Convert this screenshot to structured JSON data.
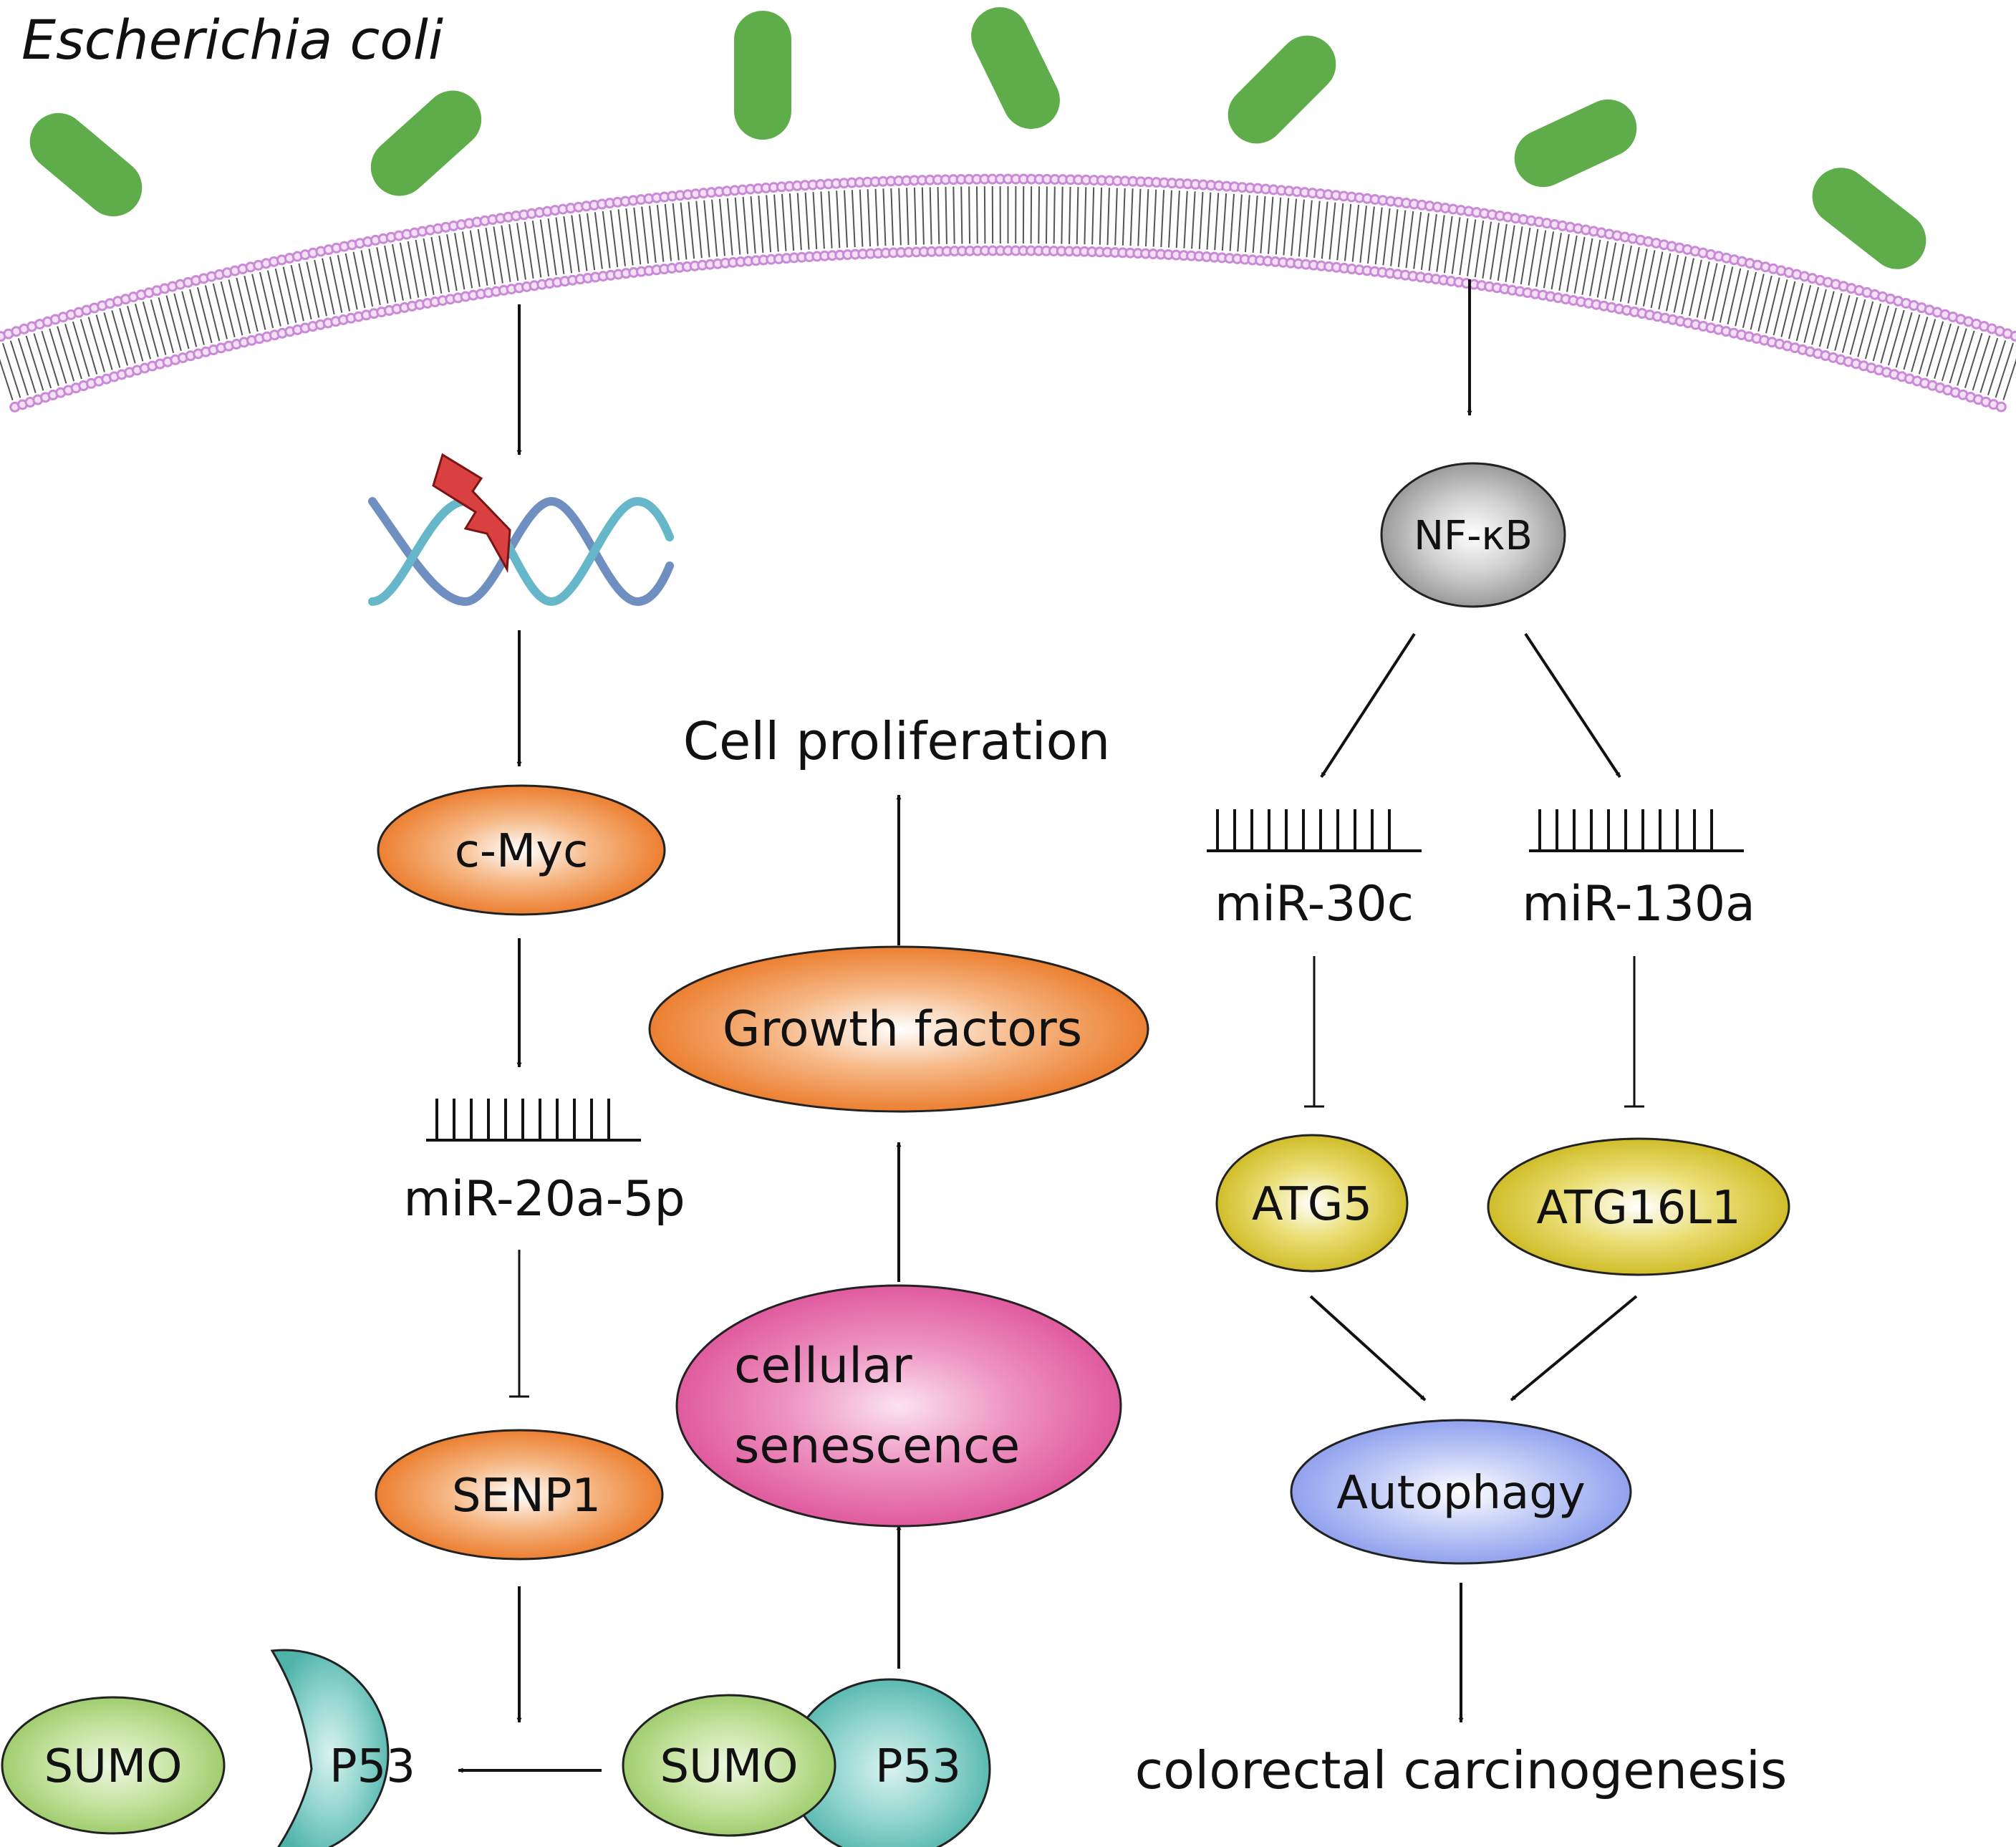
{
  "species": "Escherichia coli",
  "labels": {
    "nfkb": "NF-κB",
    "cmyc": "c-Myc",
    "mir20a": "miR-20a-5p",
    "senp1": "SENP1",
    "sumo_free": "SUMO",
    "p53_free": "P53",
    "sumo_bound": "SUMO",
    "p53_bound": "P53",
    "cell_proliferation": "Cell proliferation",
    "growth_factors": "Growth factors",
    "senescence_line1": "cellular",
    "senescence_line2": "senescence",
    "mir30c": "miR-30c",
    "mir130a": "miR-130a",
    "atg5": "ATG5",
    "atg16l1": "ATG16L1",
    "autophagy": "Autophagy",
    "outcome": "colorectal carcinogenesis"
  },
  "colors": {
    "bacteria": "#5fad4a",
    "membrane": "#c98bd6",
    "orange_node": "#ee7d21",
    "olive_node": "#d6c21f",
    "blue_node": "#8fa4ef",
    "pink_node": "#e0569c",
    "sumo": "#a8d27a",
    "p53": "#5fc0b8",
    "nfkb": "#9e9e9e",
    "dna_teal": "#65b7c9",
    "dna_blue": "#6f8fc0",
    "lightning": "#d94040"
  }
}
